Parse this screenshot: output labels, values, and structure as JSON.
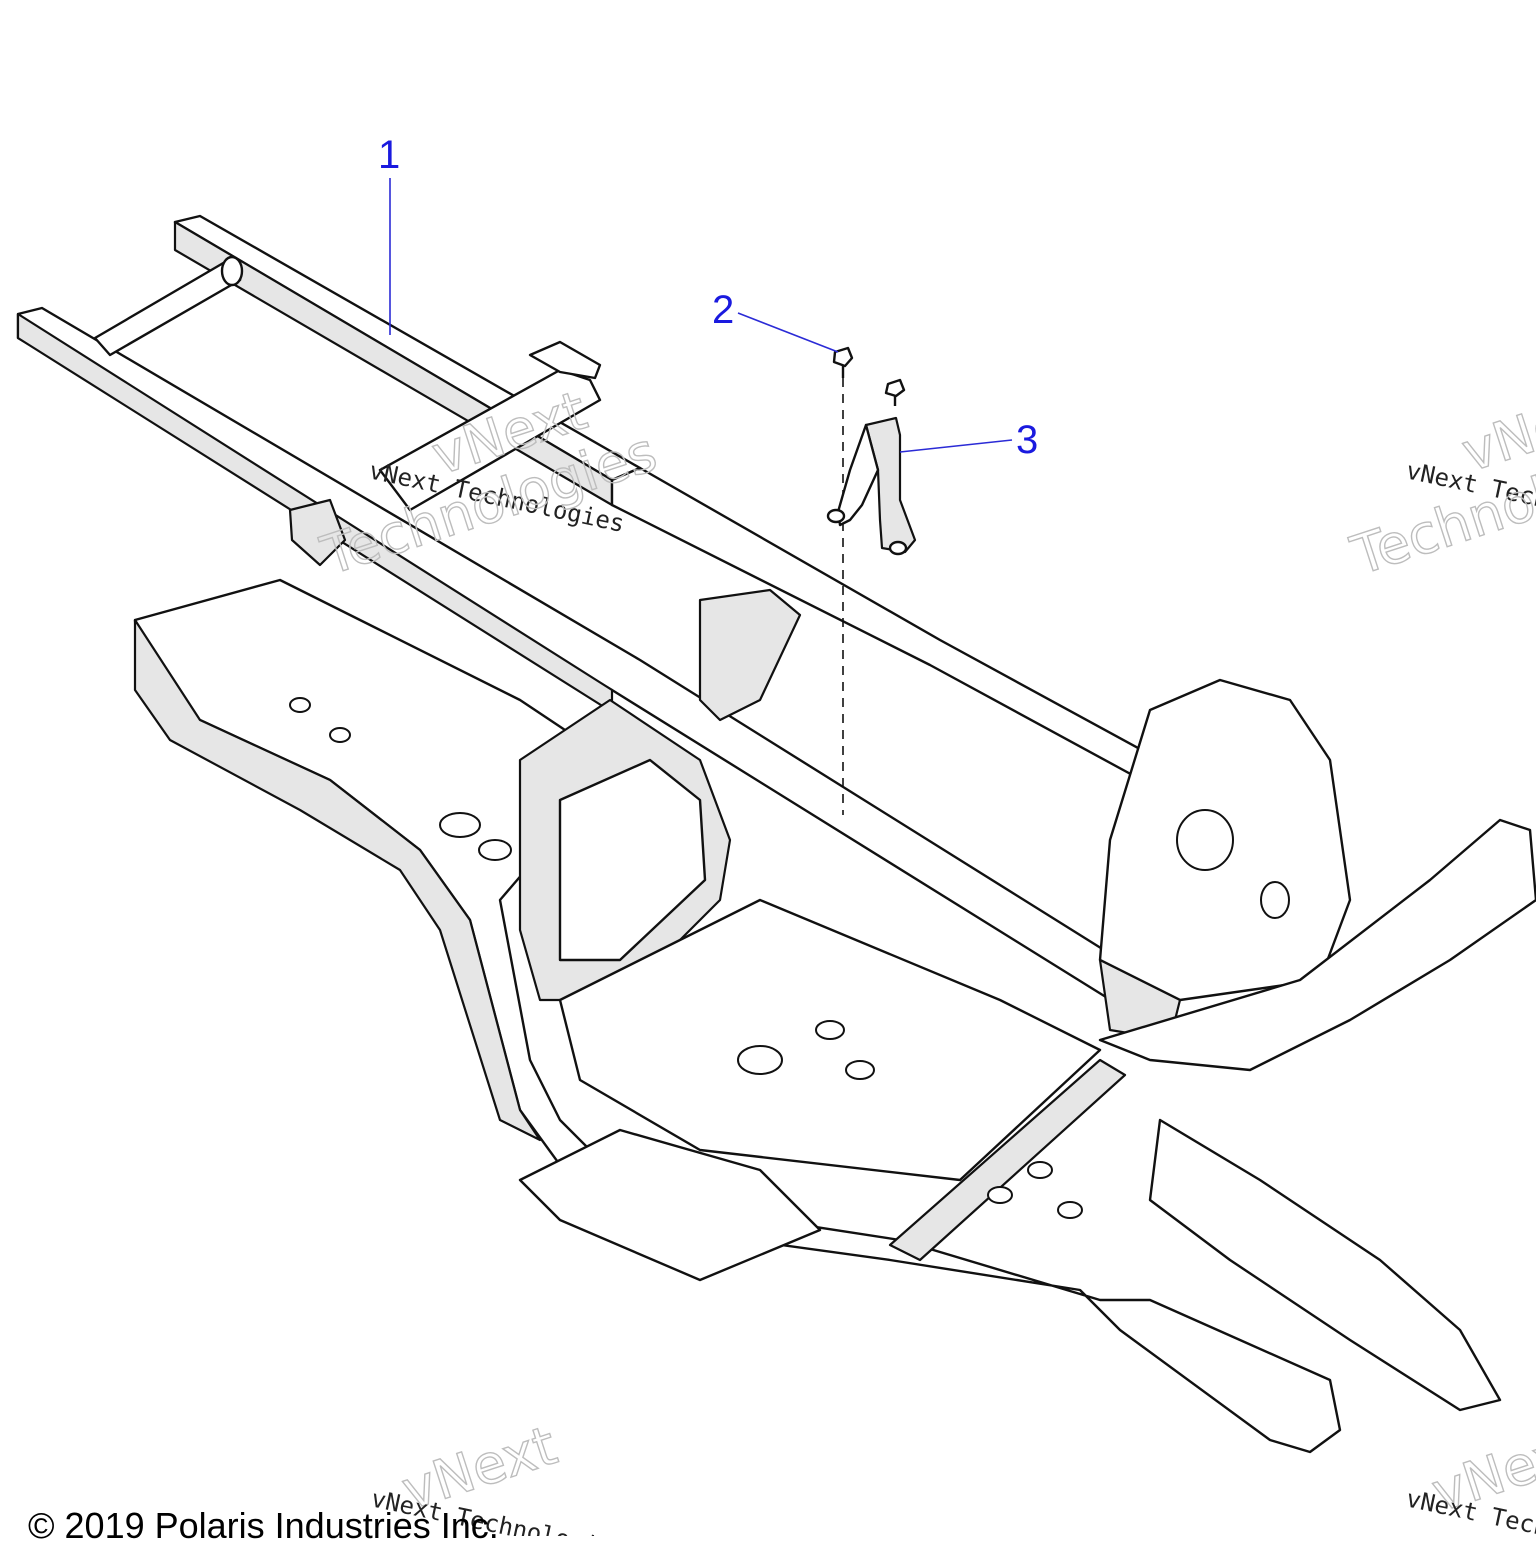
{
  "callouts": [
    "1",
    "2",
    "3"
  ],
  "watermark": {
    "line1": "vNext Technologies",
    "big1": "vNext",
    "big2": "Technologies"
  },
  "copyright": "© 2019 Polaris Industries Inc.",
  "colors": {
    "callout": "#1a1adf",
    "leader": "#2b2bd6",
    "line": "#111111",
    "watermark": "#bdbdbd"
  }
}
